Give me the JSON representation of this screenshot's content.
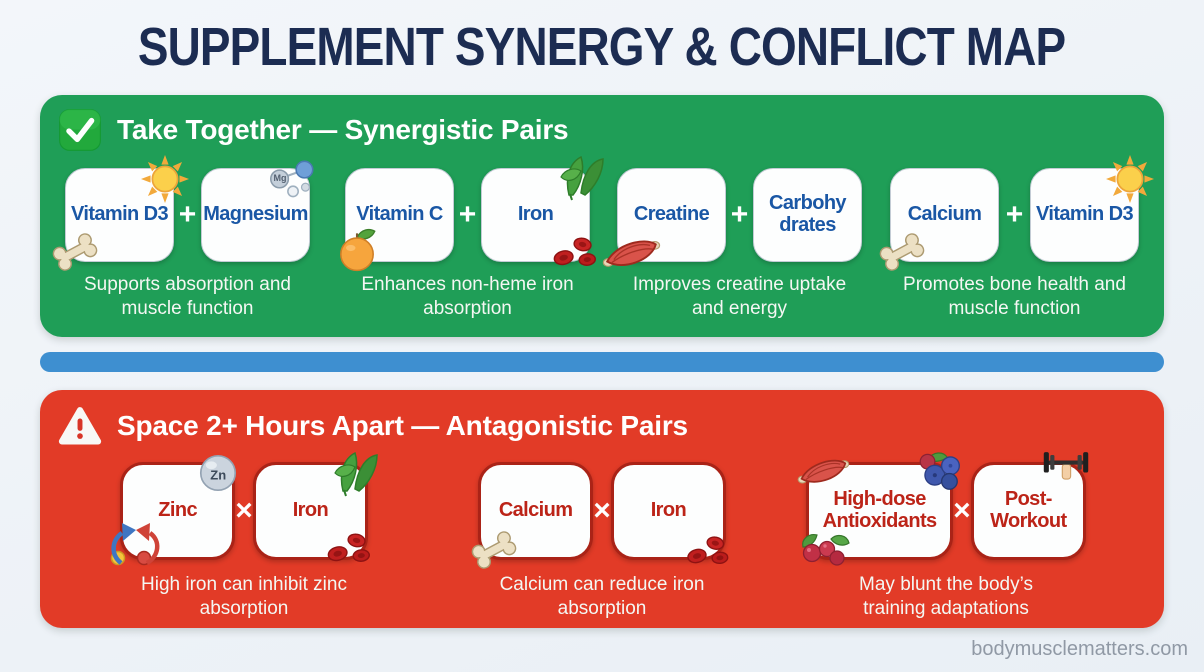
{
  "page": {
    "title": "SUPPLEMENT SYNERGY & CONFLICT MAP",
    "watermark": "bodymusclematters.com"
  },
  "colors": {
    "background": "#edf1f6",
    "title_navy": "#1c2c52",
    "synergy_green": "#1f9e57",
    "conflict_red": "#e23b27",
    "divider_blue": "#3e8fd0",
    "synergy_label_blue": "#1a57a5",
    "conflict_label_red": "#bc2418",
    "caption_white": "#f4f7f3"
  },
  "synergy": {
    "badge_icon": "check-icon",
    "header": "Take Together — Synergistic Pairs",
    "operator": "+",
    "pairs": [
      {
        "a": "Vitamin D3",
        "a_icons": [
          "sun-icon",
          "bone-icon"
        ],
        "b": "Magnesium",
        "b_icons": [
          "molecule-cluster-icon"
        ],
        "caption": "Supports absorption and muscle function"
      },
      {
        "a": "Vitamin C",
        "a_icons": [
          "orange-icon"
        ],
        "b": "Iron",
        "b_icons": [
          "spinach-icon",
          "blood-cells-icon"
        ],
        "caption": "Enhances non-heme iron absorption"
      },
      {
        "a": "Creatine",
        "a_icons": [
          "muscle-icon"
        ],
        "b": "Carbohy drates",
        "b_icons": [],
        "caption": "Improves creatine uptake and energy"
      },
      {
        "a": "Calcium",
        "a_icons": [
          "bone-icon"
        ],
        "b": "Vitamin D3",
        "b_icons": [
          "sun-icon"
        ],
        "caption": "Promotes bone health and muscle function"
      }
    ]
  },
  "conflict": {
    "badge_icon": "warning-icon",
    "header": "Space 2+ Hours Apart — Antagonistic Pairs",
    "operator": "×",
    "pairs": [
      {
        "a": "Zinc",
        "a_icons": [
          "zinc-sphere-icon",
          "exchange-arrows-icon"
        ],
        "b": "Iron",
        "b_icons": [
          "spinach-icon",
          "blood-cells-icon"
        ],
        "caption": "High iron can inhibit zinc absorption"
      },
      {
        "a": "Calcium",
        "a_icons": [
          "bone-icon"
        ],
        "b": "Iron",
        "b_icons": [
          "blood-cells-icon"
        ],
        "caption": "Calcium can reduce iron absorption"
      },
      {
        "a": "High-dose Antioxidants",
        "a_icons": [
          "muscle-icon",
          "blueberries-icon",
          "cranberries-icon"
        ],
        "b": "Post-Workout",
        "b_icons": [
          "dumbbell-icon"
        ],
        "caption": "May blunt the body’s training adaptations"
      }
    ]
  },
  "icon_labels": {
    "zinc_symbol": "Zn",
    "magnesium_symbol": "Mg"
  }
}
